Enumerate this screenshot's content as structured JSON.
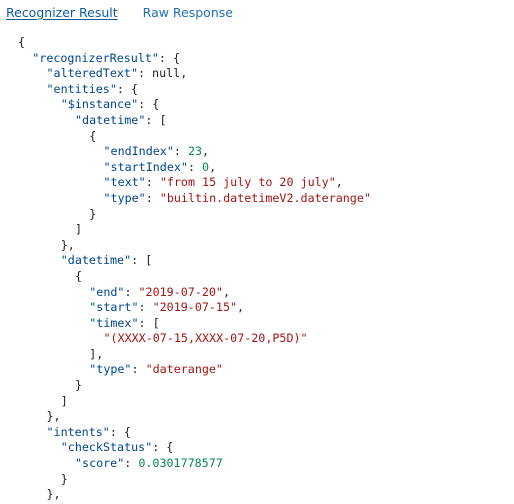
{
  "tabs": [
    {
      "label": "Recognizer Result",
      "active": true
    },
    {
      "label": "Raw Response",
      "active": false
    }
  ],
  "colors": {
    "tab_link": "#1f6fb8",
    "key": "#00458c",
    "string": "#a31515",
    "number": "#098658",
    "punctuation": "#222222"
  },
  "json_lines": [
    {
      "indent": 0,
      "tokens": [
        {
          "t": "p",
          "v": "{"
        }
      ]
    },
    {
      "indent": 1,
      "tokens": [
        {
          "t": "k",
          "v": "\"recognizerResult\""
        },
        {
          "t": "p",
          "v": ": {"
        }
      ]
    },
    {
      "indent": 2,
      "tokens": [
        {
          "t": "k",
          "v": "\"alteredText\""
        },
        {
          "t": "p",
          "v": ": null,"
        }
      ]
    },
    {
      "indent": 2,
      "tokens": [
        {
          "t": "k",
          "v": "\"entities\""
        },
        {
          "t": "p",
          "v": ": {"
        }
      ]
    },
    {
      "indent": 3,
      "tokens": [
        {
          "t": "k",
          "v": "\"$instance\""
        },
        {
          "t": "p",
          "v": ": {"
        }
      ]
    },
    {
      "indent": 4,
      "tokens": [
        {
          "t": "k",
          "v": "\"datetime\""
        },
        {
          "t": "p",
          "v": ": ["
        }
      ]
    },
    {
      "indent": 5,
      "tokens": [
        {
          "t": "p",
          "v": "{"
        }
      ]
    },
    {
      "indent": 6,
      "tokens": [
        {
          "t": "k",
          "v": "\"endIndex\""
        },
        {
          "t": "p",
          "v": ": "
        },
        {
          "t": "n",
          "v": "23"
        },
        {
          "t": "p",
          "v": ","
        }
      ]
    },
    {
      "indent": 6,
      "tokens": [
        {
          "t": "k",
          "v": "\"startIndex\""
        },
        {
          "t": "p",
          "v": ": "
        },
        {
          "t": "n",
          "v": "0"
        },
        {
          "t": "p",
          "v": ","
        }
      ]
    },
    {
      "indent": 6,
      "tokens": [
        {
          "t": "k",
          "v": "\"text\""
        },
        {
          "t": "p",
          "v": ": "
        },
        {
          "t": "s",
          "v": "\"from 15 july to 20 july\""
        },
        {
          "t": "p",
          "v": ","
        }
      ]
    },
    {
      "indent": 6,
      "tokens": [
        {
          "t": "k",
          "v": "\"type\""
        },
        {
          "t": "p",
          "v": ": "
        },
        {
          "t": "s",
          "v": "\"builtin.datetimeV2.daterange\""
        }
      ]
    },
    {
      "indent": 5,
      "tokens": [
        {
          "t": "p",
          "v": "}"
        }
      ]
    },
    {
      "indent": 4,
      "tokens": [
        {
          "t": "p",
          "v": "]"
        }
      ]
    },
    {
      "indent": 3,
      "tokens": [
        {
          "t": "p",
          "v": "},"
        }
      ]
    },
    {
      "indent": 3,
      "tokens": [
        {
          "t": "k",
          "v": "\"datetime\""
        },
        {
          "t": "p",
          "v": ": ["
        }
      ]
    },
    {
      "indent": 4,
      "tokens": [
        {
          "t": "p",
          "v": "{"
        }
      ]
    },
    {
      "indent": 5,
      "tokens": [
        {
          "t": "k",
          "v": "\"end\""
        },
        {
          "t": "p",
          "v": ": "
        },
        {
          "t": "s",
          "v": "\"2019-07-20\""
        },
        {
          "t": "p",
          "v": ","
        }
      ]
    },
    {
      "indent": 5,
      "tokens": [
        {
          "t": "k",
          "v": "\"start\""
        },
        {
          "t": "p",
          "v": ": "
        },
        {
          "t": "s",
          "v": "\"2019-07-15\""
        },
        {
          "t": "p",
          "v": ","
        }
      ]
    },
    {
      "indent": 5,
      "tokens": [
        {
          "t": "k",
          "v": "\"timex\""
        },
        {
          "t": "p",
          "v": ": ["
        }
      ]
    },
    {
      "indent": 6,
      "tokens": [
        {
          "t": "s",
          "v": "\"(XXXX-07-15,XXXX-07-20,P5D)\""
        }
      ]
    },
    {
      "indent": 5,
      "tokens": [
        {
          "t": "p",
          "v": "],"
        }
      ]
    },
    {
      "indent": 5,
      "tokens": [
        {
          "t": "k",
          "v": "\"type\""
        },
        {
          "t": "p",
          "v": ": "
        },
        {
          "t": "s",
          "v": "\"daterange\""
        }
      ]
    },
    {
      "indent": 4,
      "tokens": [
        {
          "t": "p",
          "v": "}"
        }
      ]
    },
    {
      "indent": 3,
      "tokens": [
        {
          "t": "p",
          "v": "]"
        }
      ]
    },
    {
      "indent": 2,
      "tokens": [
        {
          "t": "p",
          "v": "},"
        }
      ]
    },
    {
      "indent": 2,
      "tokens": [
        {
          "t": "k",
          "v": "\"intents\""
        },
        {
          "t": "p",
          "v": ": {"
        }
      ]
    },
    {
      "indent": 3,
      "tokens": [
        {
          "t": "k",
          "v": "\"checkStatus\""
        },
        {
          "t": "p",
          "v": ": {"
        }
      ]
    },
    {
      "indent": 4,
      "tokens": [
        {
          "t": "k",
          "v": "\"score\""
        },
        {
          "t": "p",
          "v": ": "
        },
        {
          "t": "n",
          "v": "0.0301778577"
        }
      ]
    },
    {
      "indent": 3,
      "tokens": [
        {
          "t": "p",
          "v": "}"
        }
      ]
    },
    {
      "indent": 2,
      "tokens": [
        {
          "t": "p",
          "v": "},"
        }
      ]
    }
  ]
}
